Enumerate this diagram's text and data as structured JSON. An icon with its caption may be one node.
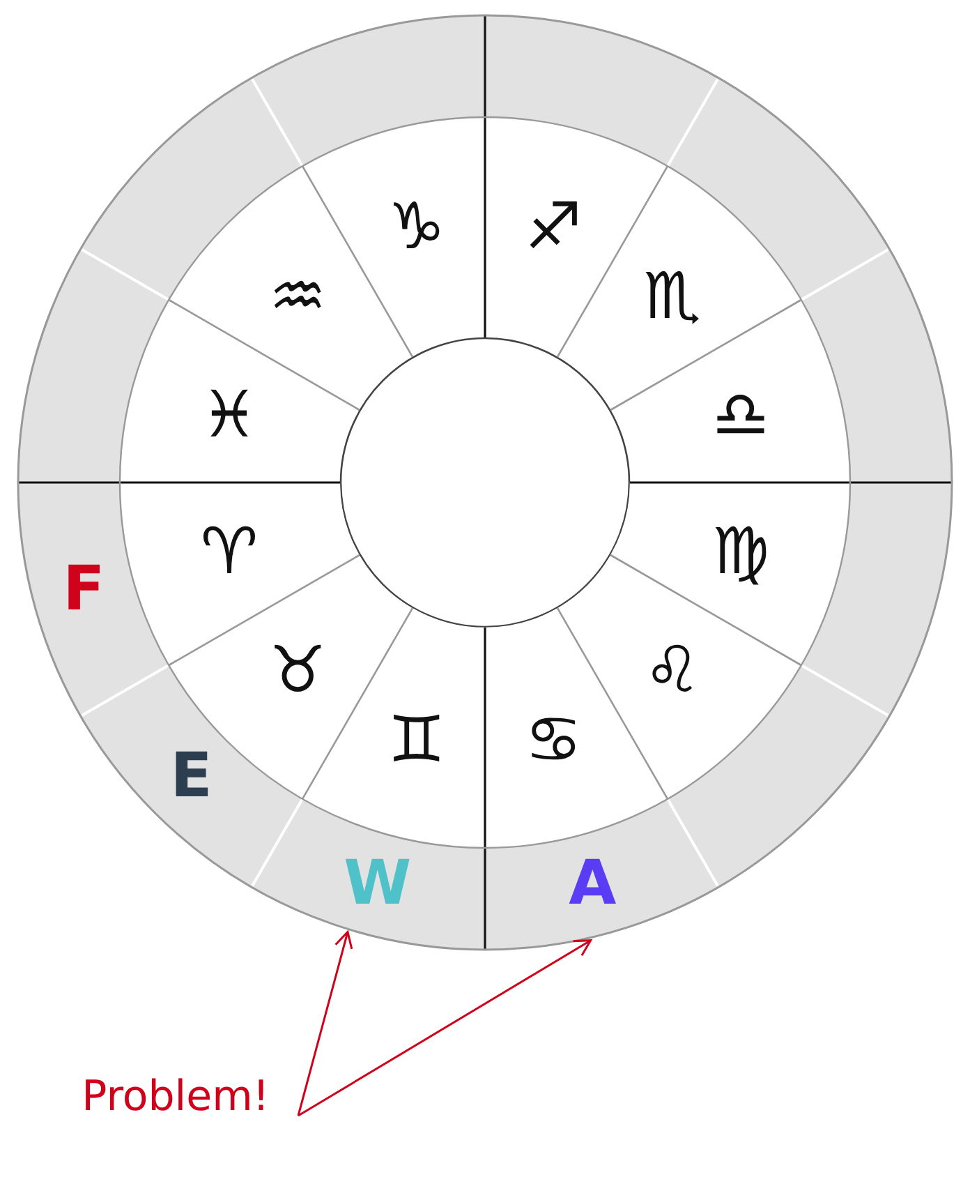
{
  "diagram": {
    "nodes": [
      {
        "text": [],
        "shape": "box"
      },
      {
        "text": [],
        "shape": "box"
      },
      {
        "text": [],
        "shape": "box"
      },
      {
        "text": [],
        "shape": "box"
      },
      {
        "text": [
          "♑"
        ]
      },
      {
        "text": [
          "♐"
        ]
      },
      {
        "text": [
          "♒"
        ]
      },
      {
        "text": [
          "♏"
        ]
      },
      {
        "text": [],
        "shape": "box"
      },
      {
        "text": [],
        "shape": "box"
      },
      {
        "text": [
          "♓"
        ]
      },
      {
        "text": [
          "♎"
        ]
      },
      {
        "text": [],
        "shape": "circle"
      },
      {
        "text": [
          "♈"
        ]
      },
      {
        "text": [
          "♍"
        ]
      },
      {
        "text": [
          "F"
        ]
      },
      {
        "text": [],
        "shape": "box"
      },
      {
        "text": [
          "♉"
        ]
      },
      {
        "text": [
          "♌"
        ]
      },
      {
        "text": [
          "E"
        ]
      },
      {
        "text": [
          "♊"
        ]
      },
      {
        "text": [
          "♋"
        ]
      },
      {
        "text": [],
        "shape": "box"
      },
      {
        "text": [
          "W"
        ]
      },
      {
        "text": [
          "A"
        ]
      },
      {
        "text": [
          "Problem!"
        ]
      }
    ],
    "edges": [
      {
        "from": 25,
        "to": 23,
        "arrow": "to"
      },
      {
        "from": 25,
        "to": 24,
        "arrow": "to"
      }
    ]
  }
}
